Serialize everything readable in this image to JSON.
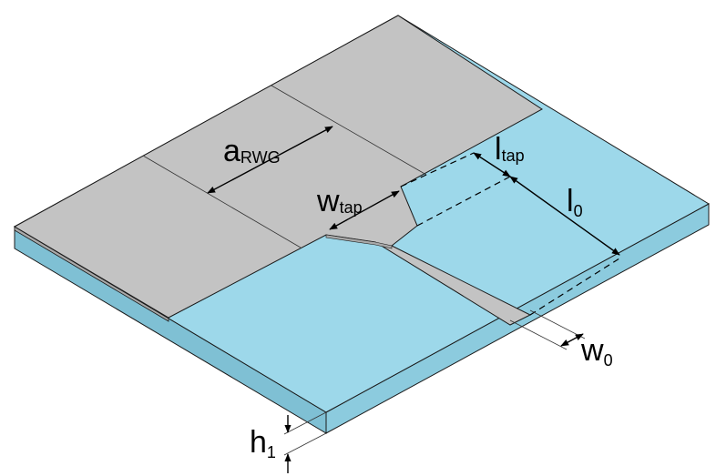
{
  "colors": {
    "metal_top": "#c3c3c3",
    "metal_edge": "#a9a9a9",
    "substrate_top": "#9dd8ea",
    "substrate_side": "#8ccbde",
    "substrate_side_dark": "#7fc0d4",
    "line": "#1a1a1a"
  },
  "labels": {
    "a_rwg": {
      "main": "a",
      "sub": "RWG"
    },
    "w_tap": {
      "main": "w",
      "sub": "tap"
    },
    "l_tap": {
      "main": "l",
      "sub": "tap"
    },
    "l_0": {
      "main": "l",
      "sub": "0"
    },
    "w_0": {
      "main": "w",
      "sub": "0"
    },
    "h_1": {
      "main": "h",
      "sub": "1"
    }
  }
}
